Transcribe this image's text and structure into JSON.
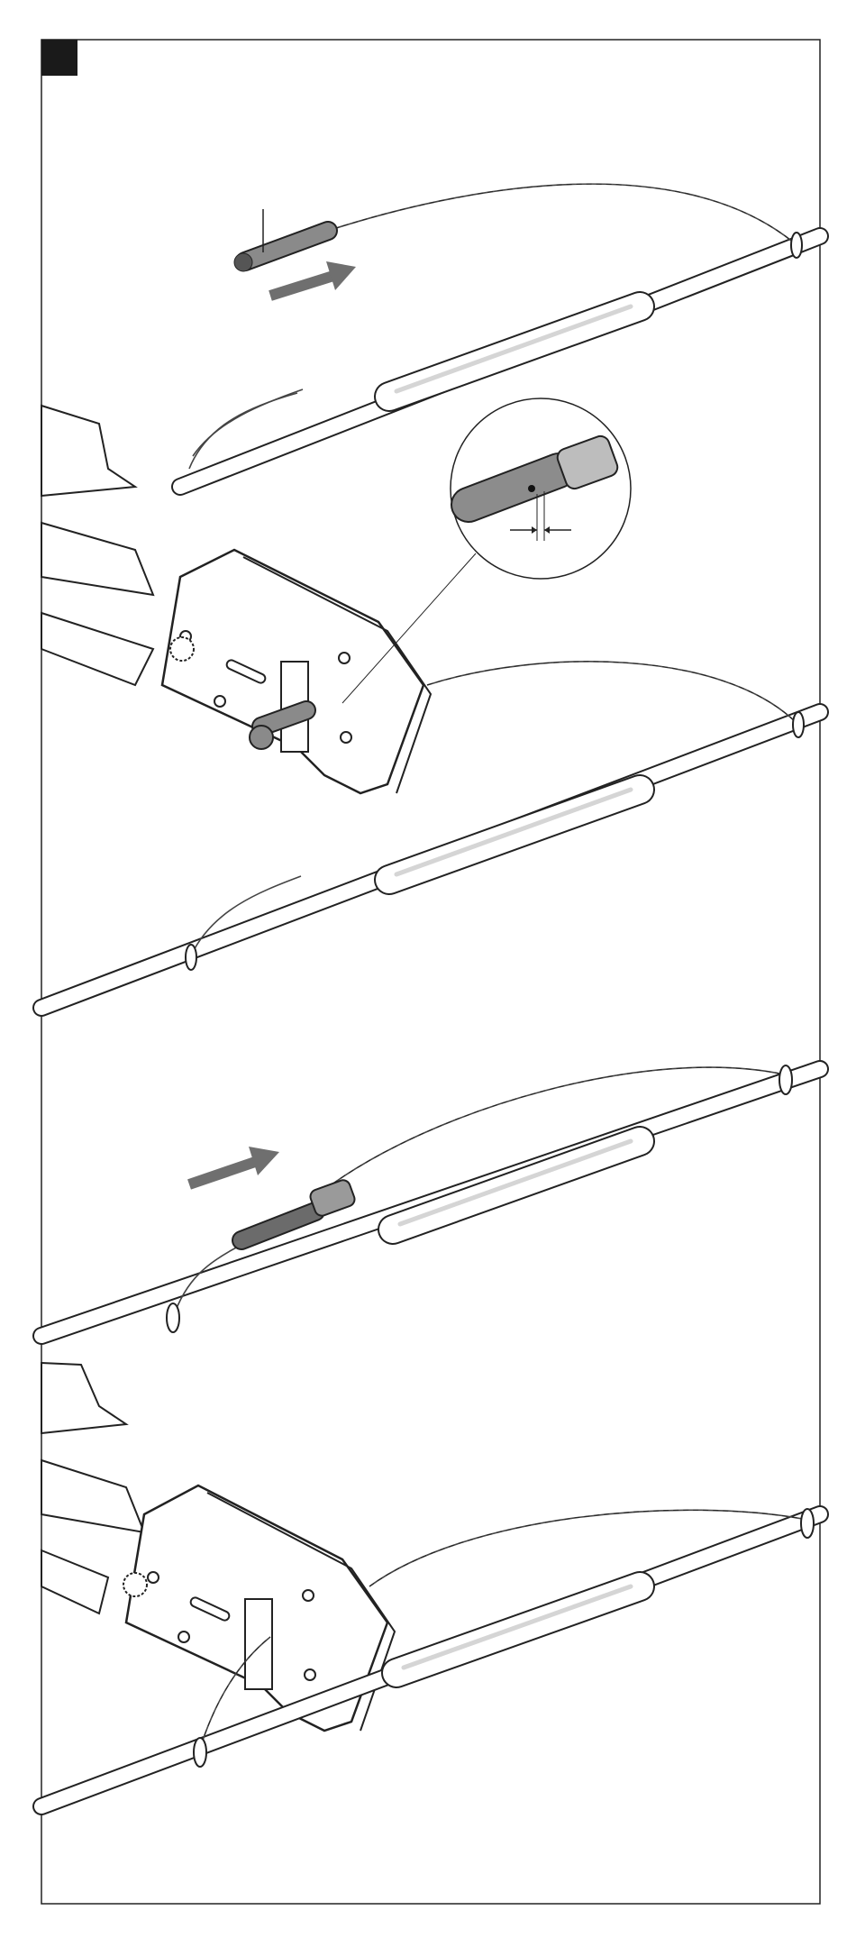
{
  "figure": {
    "step_marker_color": "#1a1a1a",
    "line_color": "#222222",
    "arrow_color": "#6f6f6f",
    "panels": [
      {
        "step": "insert-ferrule",
        "arrow": "right-up-arrow",
        "tool": "none"
      },
      {
        "step": "crimp-ferrule",
        "arrow": "none",
        "tool": "crimping-pliers",
        "detail": "magnifier-inset"
      },
      {
        "step": "slide-ferrule",
        "arrow": "right-up-arrow",
        "tool": "none"
      },
      {
        "step": "crimp-wire-loop",
        "arrow": "none",
        "tool": "crimping-pliers"
      }
    ]
  }
}
